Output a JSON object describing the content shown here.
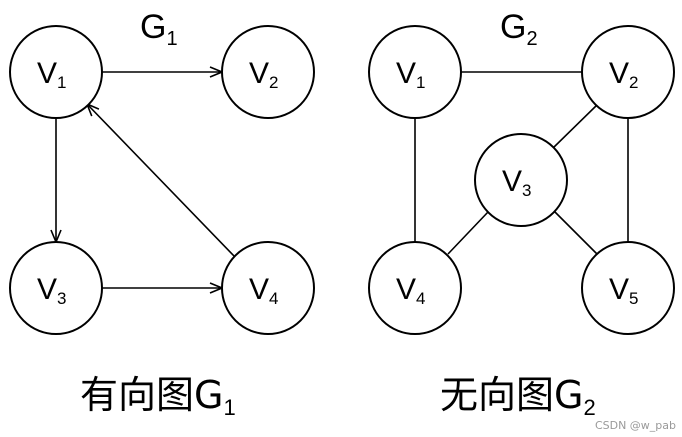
{
  "graphs": [
    {
      "title": {
        "main": "G",
        "sub": "1"
      },
      "caption": {
        "main": "有向图G",
        "sub": "1"
      },
      "directed": true,
      "nodes": [
        {
          "id": "v1",
          "main": "V",
          "sub": "1"
        },
        {
          "id": "v2",
          "main": "V",
          "sub": "2"
        },
        {
          "id": "v3",
          "main": "V",
          "sub": "3"
        },
        {
          "id": "v4",
          "main": "V",
          "sub": "4"
        }
      ],
      "edges": [
        {
          "from": "v1",
          "to": "v2"
        },
        {
          "from": "v1",
          "to": "v3"
        },
        {
          "from": "v3",
          "to": "v4"
        },
        {
          "from": "v4",
          "to": "v1"
        }
      ]
    },
    {
      "title": {
        "main": "G",
        "sub": "2"
      },
      "caption": {
        "main": "无向图G",
        "sub": "2"
      },
      "directed": false,
      "nodes": [
        {
          "id": "v1",
          "main": "V",
          "sub": "1"
        },
        {
          "id": "v2",
          "main": "V",
          "sub": "2"
        },
        {
          "id": "v3",
          "main": "V",
          "sub": "3"
        },
        {
          "id": "v4",
          "main": "V",
          "sub": "4"
        },
        {
          "id": "v5",
          "main": "V",
          "sub": "5"
        }
      ],
      "edges": [
        {
          "from": "v1",
          "to": "v2"
        },
        {
          "from": "v1",
          "to": "v4"
        },
        {
          "from": "v2",
          "to": "v3"
        },
        {
          "from": "v2",
          "to": "v5"
        },
        {
          "from": "v3",
          "to": "v4"
        },
        {
          "from": "v3",
          "to": "v5"
        }
      ]
    }
  ],
  "watermark": "CSDN @w_pab"
}
